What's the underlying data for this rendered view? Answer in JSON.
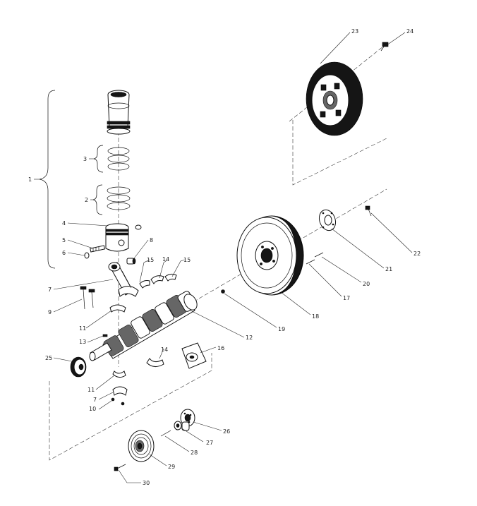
{
  "callouts": [
    {
      "id": "c1",
      "label": "1"
    },
    {
      "id": "c2",
      "label": "2"
    },
    {
      "id": "c3",
      "label": "3"
    },
    {
      "id": "c4",
      "label": "4"
    },
    {
      "id": "c5",
      "label": "5"
    },
    {
      "id": "c6",
      "label": "6"
    },
    {
      "id": "c7a",
      "label": "7"
    },
    {
      "id": "c7b",
      "label": "7"
    },
    {
      "id": "c8",
      "label": "8"
    },
    {
      "id": "c9",
      "label": "9"
    },
    {
      "id": "c10",
      "label": "10"
    },
    {
      "id": "c11a",
      "label": "11"
    },
    {
      "id": "c11b",
      "label": "11"
    },
    {
      "id": "c12",
      "label": "12"
    },
    {
      "id": "c13",
      "label": "13"
    },
    {
      "id": "c14a",
      "label": "14"
    },
    {
      "id": "c14b",
      "label": "14"
    },
    {
      "id": "c15a",
      "label": "15"
    },
    {
      "id": "c15b",
      "label": "15"
    },
    {
      "id": "c16",
      "label": "16"
    },
    {
      "id": "c17",
      "label": "17"
    },
    {
      "id": "c18",
      "label": "18"
    },
    {
      "id": "c19",
      "label": "19"
    },
    {
      "id": "c20",
      "label": "20"
    },
    {
      "id": "c21",
      "label": "21"
    },
    {
      "id": "c22",
      "label": "22"
    },
    {
      "id": "c23",
      "label": "23"
    },
    {
      "id": "c24",
      "label": "24"
    },
    {
      "id": "c25",
      "label": "25"
    },
    {
      "id": "c26",
      "label": "26"
    },
    {
      "id": "c27",
      "label": "27"
    },
    {
      "id": "c28",
      "label": "28"
    },
    {
      "id": "c29",
      "label": "29"
    },
    {
      "id": "c30",
      "label": "30"
    }
  ]
}
